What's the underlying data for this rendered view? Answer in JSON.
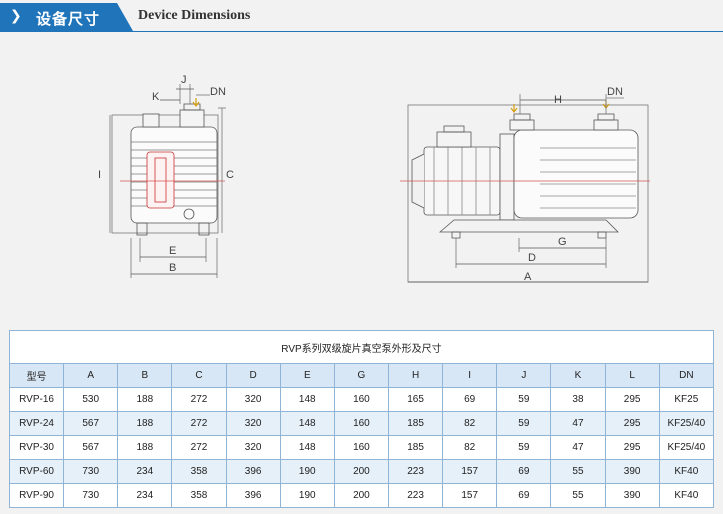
{
  "header": {
    "chevron": "❯",
    "title_zh": "设备尺寸",
    "title_en": "Device Dimensions"
  },
  "drawing": {
    "labels": {
      "J": "J",
      "K": "K",
      "DN_left": "DN",
      "I": "I",
      "C": "C",
      "E": "E",
      "B": "B",
      "H": "H",
      "DN_right": "DN",
      "G": "G",
      "D": "D",
      "A": "A"
    }
  },
  "table": {
    "caption": "RVP系列双级旋片真空泵外形及尺寸",
    "headers": [
      "型号",
      "A",
      "B",
      "C",
      "D",
      "E",
      "G",
      "H",
      "I",
      "J",
      "K",
      "L",
      "DN"
    ],
    "rows": [
      [
        "RVP-16",
        "530",
        "188",
        "272",
        "320",
        "148",
        "160",
        "165",
        "69",
        "59",
        "38",
        "295",
        "KF25"
      ],
      [
        "RVP-24",
        "567",
        "188",
        "272",
        "320",
        "148",
        "160",
        "185",
        "82",
        "59",
        "47",
        "295",
        "KF25/40"
      ],
      [
        "RVP-30",
        "567",
        "188",
        "272",
        "320",
        "148",
        "160",
        "185",
        "82",
        "59",
        "47",
        "295",
        "KF25/40"
      ],
      [
        "RVP-60",
        "730",
        "234",
        "358",
        "396",
        "190",
        "200",
        "223",
        "157",
        "69",
        "55",
        "390",
        "KF40"
      ],
      [
        "RVP-90",
        "730",
        "234",
        "358",
        "396",
        "190",
        "200",
        "223",
        "157",
        "69",
        "55",
        "390",
        "KF40"
      ]
    ]
  },
  "colors": {
    "brand_blue": "#1f74ba",
    "header_fill": "#d8e7f5",
    "row_stripe": "#e6f0f9",
    "dim_red": "#d9534f"
  }
}
